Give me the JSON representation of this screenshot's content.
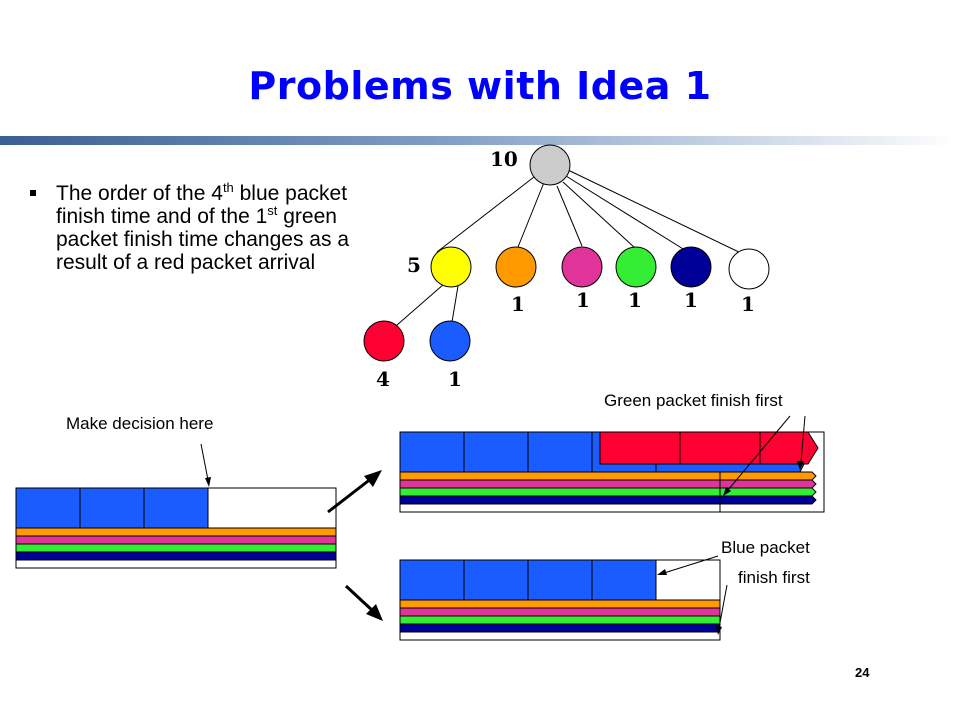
{
  "slide": {
    "title": "Problems with Idea 1",
    "bullet": {
      "part1": "The order of the 4",
      "sup1": "th",
      "part2": " blue packet finish time and of the 1",
      "sup2": "st",
      "part3": " green packet finish time changes as a result of a red packet arrival"
    },
    "page_number": "24"
  },
  "tree": {
    "root_weight": "10",
    "child_weights": [
      "5",
      "1",
      "1",
      "1",
      "1",
      "1"
    ],
    "child_colors": [
      "#ffff00",
      "#ff9900",
      "#e0349a",
      "#33ee33",
      "#000099",
      "#ffffff"
    ],
    "grandchild_weights": [
      "4",
      "1"
    ],
    "grandchild_colors": [
      "#ff0033",
      "#1a5cff"
    ],
    "root_color": "#cccccc"
  },
  "annotations": {
    "make_decision": "Make decision here",
    "green_first": "Green packet finish first",
    "blue_first_line1": "Blue packet",
    "blue_first_line2": "finish first"
  },
  "colors": {
    "blue_packet": "#1a5cff",
    "red_packet": "#ff0033",
    "orange_stripe": "#ff9900",
    "pink_stripe": "#e0349a",
    "green_stripe": "#33ee33",
    "navy_stripe": "#000099"
  }
}
